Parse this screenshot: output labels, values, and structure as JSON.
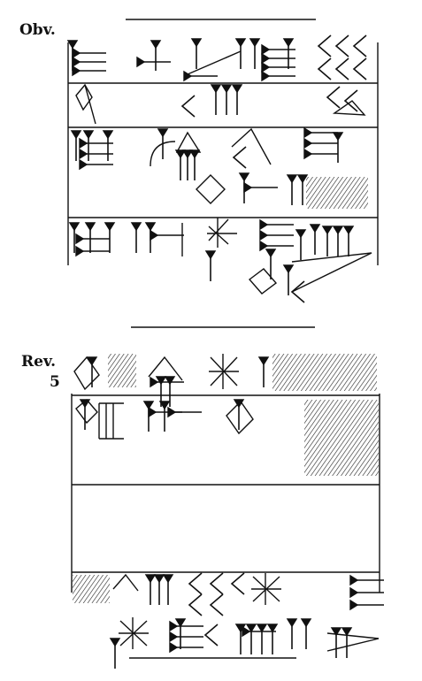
{
  "obverse": {
    "label": "Obv."
  },
  "reverse": {
    "label": "Rev.",
    "line_number": "5"
  }
}
